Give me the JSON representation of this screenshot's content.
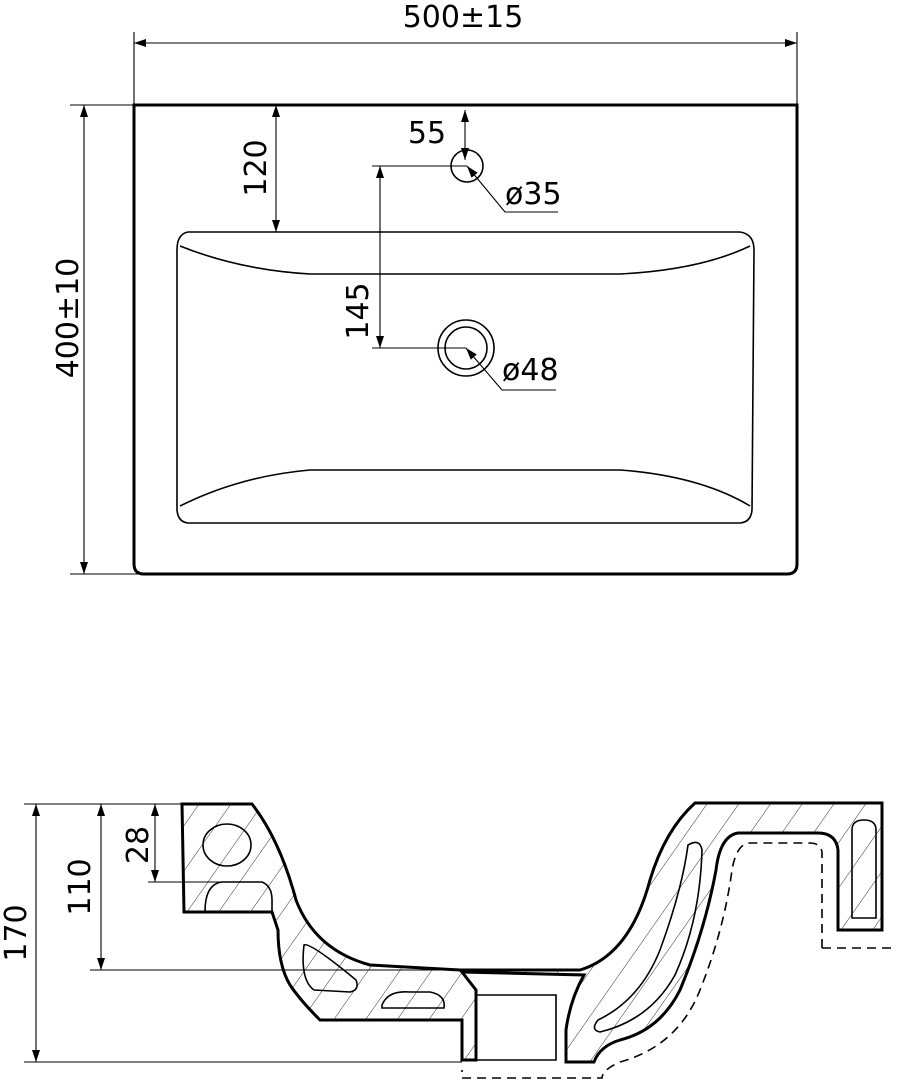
{
  "top_view": {
    "width_dim": "500±15",
    "depth_dim": "400±10",
    "tap_offset_dim": "120",
    "tap_shift_dim": "55",
    "tap_hole_dim": "ø35",
    "drain_offset_dim": "145",
    "drain_hole_dim": "ø48"
  },
  "section_view": {
    "height_dim": "170",
    "bowl_depth_dim": "110",
    "rim_thickness_dim": "28"
  }
}
